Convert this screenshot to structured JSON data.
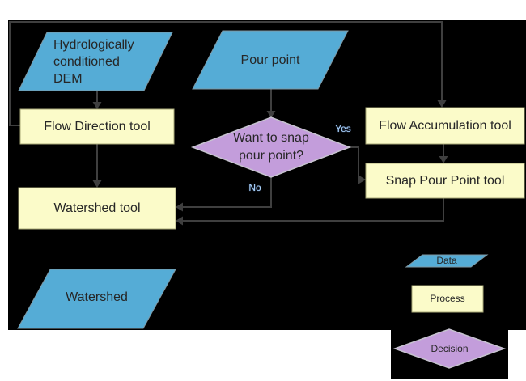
{
  "colors": {
    "page_background": "#ffffff",
    "canvas_background": "#000000",
    "data_fill": "#55acd6",
    "process_fill": "#fbfbc9",
    "decision_fill": "#c39ddb",
    "connector": "#3f3f3f",
    "node_text": "#262626",
    "edge_label_text": "#a9d0f5"
  },
  "nodes": {
    "dem": {
      "type": "data",
      "lines": [
        "Hydrologically",
        "conditioned",
        "DEM"
      ]
    },
    "pour_point": {
      "type": "data",
      "label": "Pour point"
    },
    "flow_direction": {
      "type": "process",
      "label": "Flow Direction tool"
    },
    "flow_accumulation": {
      "type": "process",
      "label": "Flow Accumulation tool"
    },
    "snap_pour_point": {
      "type": "process",
      "label": "Snap Pour Point tool"
    },
    "want_to_snap": {
      "type": "decision",
      "lines": [
        "Want to snap",
        "pour point?"
      ]
    },
    "watershed_tool": {
      "type": "process",
      "label": "Watershed tool"
    },
    "watershed": {
      "type": "data",
      "label": "Watershed"
    }
  },
  "edge_labels": {
    "yes": "Yes",
    "no": "No"
  },
  "edges": [
    {
      "from": "dem",
      "to": "flow_direction",
      "label": ""
    },
    {
      "from": "pour_point",
      "to": "want_to_snap",
      "label": ""
    },
    {
      "from": "flow_direction",
      "to": "flow_accumulation",
      "label": ""
    },
    {
      "from": "flow_direction",
      "to": "watershed_tool",
      "label": ""
    },
    {
      "from": "flow_accumulation",
      "to": "snap_pour_point",
      "label": ""
    },
    {
      "from": "want_to_snap",
      "to": "snap_pour_point",
      "label": "Yes"
    },
    {
      "from": "want_to_snap",
      "to": "watershed_tool",
      "label": "No"
    },
    {
      "from": "snap_pour_point",
      "to": "watershed_tool",
      "label": ""
    },
    {
      "from": "watershed_tool",
      "to": "watershed",
      "label": ""
    }
  ],
  "legend": {
    "data": "Data",
    "process": "Process",
    "decision": "Decision"
  }
}
